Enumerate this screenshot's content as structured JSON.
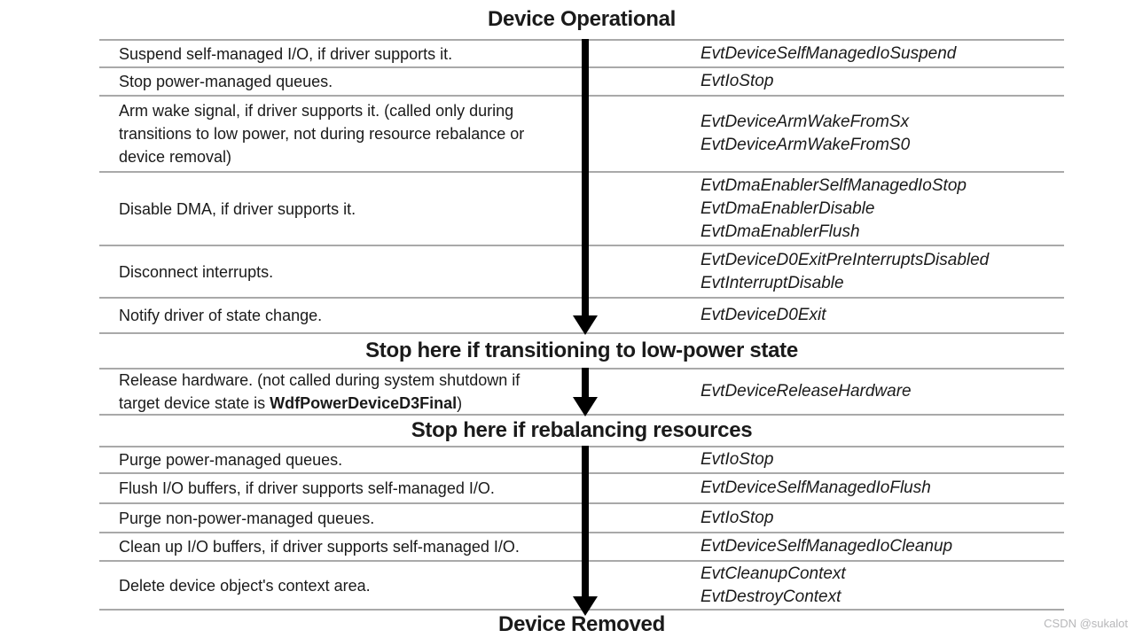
{
  "page": {
    "title_top": "Device Operational",
    "milestone_low_power": "Stop here if transitioning to low-power state",
    "milestone_rebalance": "Stop here if rebalancing resources",
    "title_bottom": "Device Removed",
    "watermark": "CSDN @sukalot"
  },
  "rows": [
    {
      "left": "Suspend self-managed I/O, if driver supports it.",
      "callbacks": [
        "EvtDeviceSelfManagedIoSuspend"
      ]
    },
    {
      "left": "Stop power-managed queues.",
      "callbacks": [
        "EvtIoStop"
      ]
    },
    {
      "left": "Arm wake signal, if driver supports it. (called only during\ntransitions to low power, not during resource rebalance or\ndevice removal)",
      "callbacks": [
        "EvtDeviceArmWakeFromSx",
        "EvtDeviceArmWakeFromS0"
      ]
    },
    {
      "left": "Disable DMA, if driver supports it.",
      "callbacks": [
        "EvtDmaEnablerSelfManagedIoStop",
        "EvtDmaEnablerDisable",
        "EvtDmaEnablerFlush"
      ]
    },
    {
      "left": "Disconnect interrupts.",
      "callbacks": [
        "EvtDeviceD0ExitPreInterruptsDisabled",
        "EvtInterruptDisable"
      ]
    },
    {
      "left": "Notify driver of state change.",
      "callbacks": [
        "EvtDeviceD0Exit"
      ]
    },
    {
      "left_prefix": "Release hardware. (not called during system shutdown if\ntarget device state is ",
      "left_bold": "WdfPowerDeviceD3Final",
      "left_suffix": ")",
      "callbacks": [
        "EvtDeviceReleaseHardware"
      ]
    },
    {
      "left": "Purge power-managed queues.",
      "callbacks": [
        "EvtIoStop"
      ]
    },
    {
      "left": "Flush I/O buffers, if driver supports self-managed I/O.",
      "callbacks": [
        "EvtDeviceSelfManagedIoFlush"
      ]
    },
    {
      "left": "Purge non-power-managed queues.",
      "callbacks": [
        "EvtIoStop"
      ]
    },
    {
      "left": "Clean up I/O buffers, if driver supports self-managed I/O.",
      "callbacks": [
        "EvtDeviceSelfManagedIoCleanup"
      ]
    },
    {
      "left": "Delete device object's context area.",
      "callbacks": [
        "EvtCleanupContext",
        "EvtDestroyContext"
      ]
    }
  ],
  "colors": {
    "line": "#a9a9a9",
    "arrow": "#000000",
    "text": "#1a1a1a",
    "watermark": "#b7b7b9"
  }
}
